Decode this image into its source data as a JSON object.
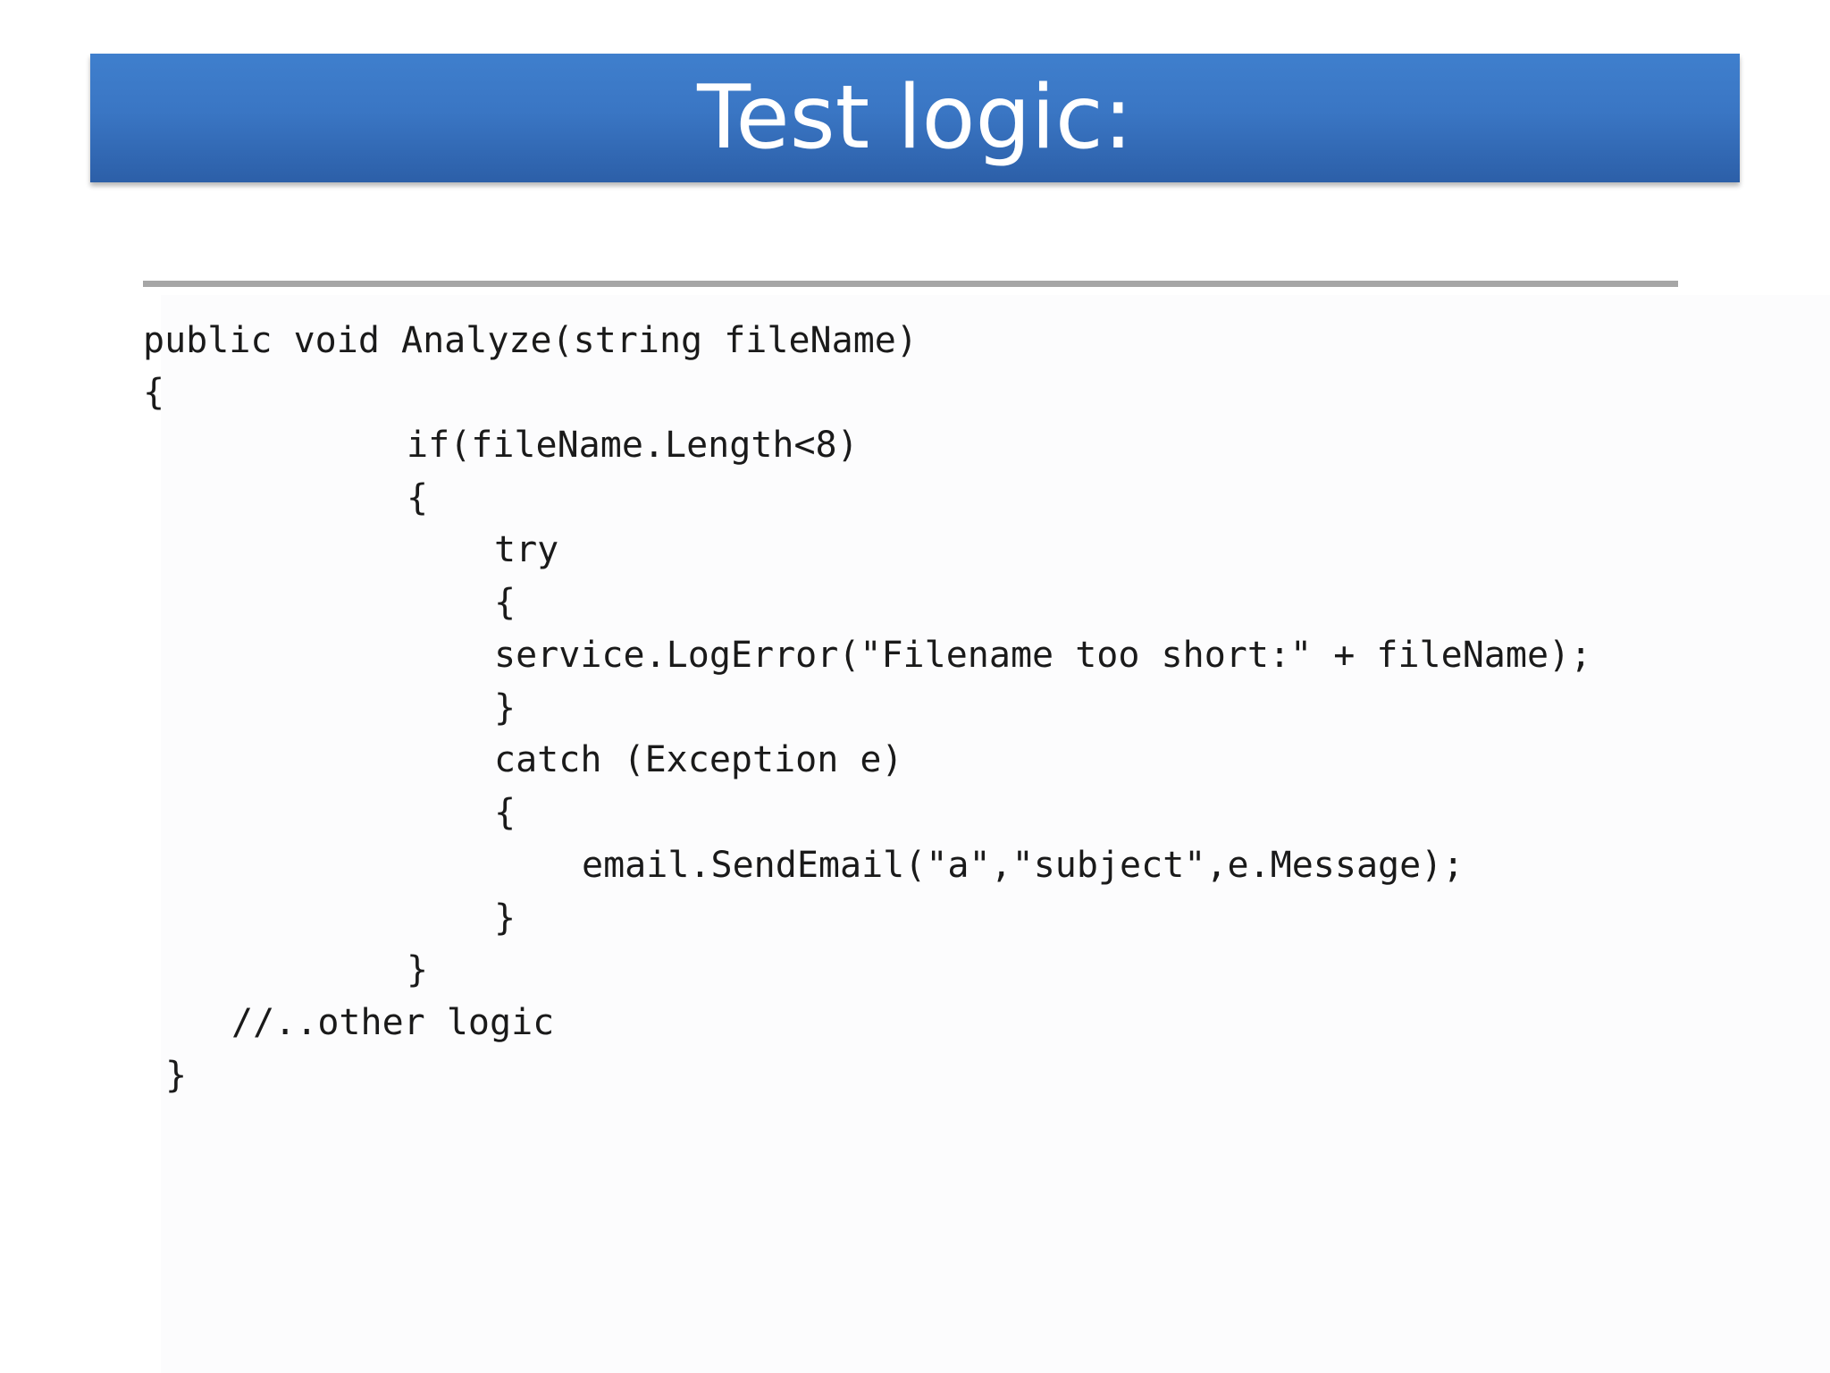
{
  "slide": {
    "title": "Test logic:",
    "code_lines": [
      {
        "text": "public void Analyze(string fileName)"
      },
      {
        "text": "{"
      },
      {
        "text": "if(fileName.Length<8)"
      },
      {
        "text": "{"
      },
      {
        "text": "try"
      },
      {
        "text": "{"
      },
      {
        "text": "service.LogError(\"Filename too short:\" + fileName);"
      },
      {
        "text": "}"
      },
      {
        "text": "catch (Exception e)"
      },
      {
        "text": "{"
      },
      {
        "text": "email.SendEmail(\"a\",\"subject\",e.Message);"
      },
      {
        "text": "}"
      },
      {
        "text": "}"
      },
      {
        "text": "//..other logic"
      },
      {
        "text": "}"
      }
    ]
  },
  "colors": {
    "title_bar_top": "#3f7fcd",
    "title_bar_bottom": "#2c5fa8",
    "title_text": "#ffffff",
    "divider": "#a6a6a6",
    "code_text": "#1a1a1a"
  }
}
